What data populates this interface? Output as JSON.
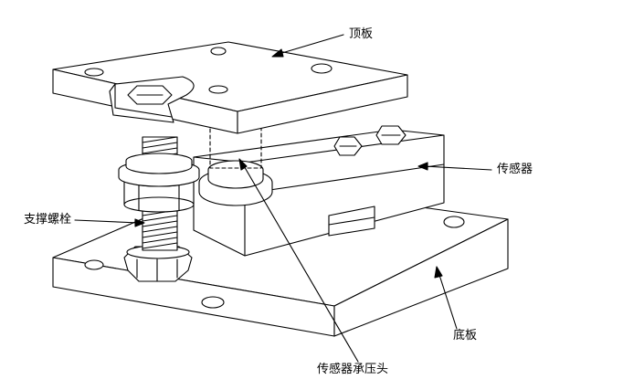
{
  "labels": {
    "top_plate": "顶板",
    "load_cell": "传感器",
    "support_bolt": "支撑螺栓",
    "bottom_plate": "底板",
    "pressure_head": "传感器承压头"
  },
  "colors": {
    "line": "#000000",
    "fill": "#ffffff"
  }
}
